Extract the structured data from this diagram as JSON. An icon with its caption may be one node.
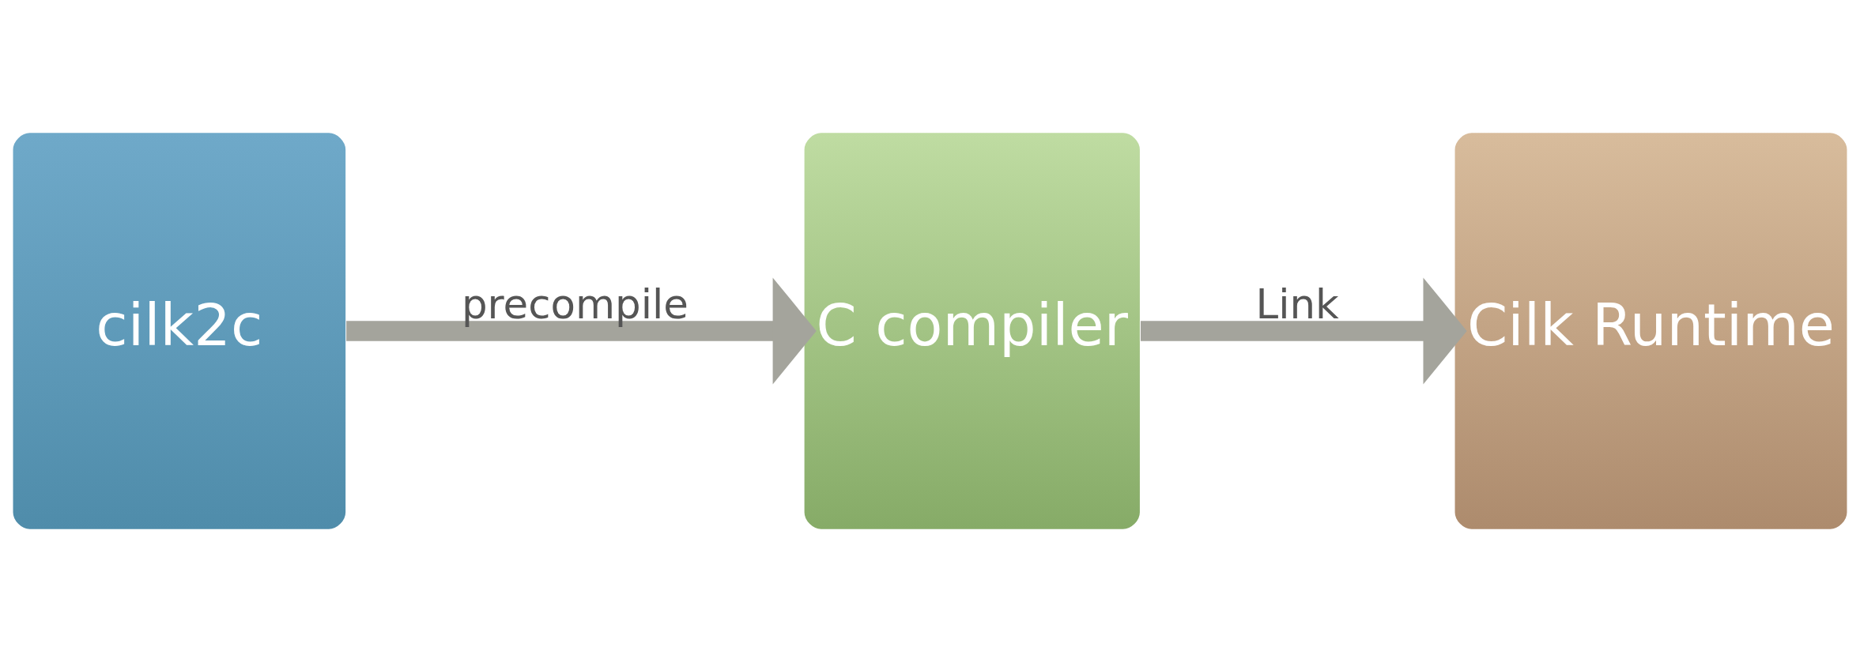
{
  "diagram": {
    "nodes": [
      {
        "text": [
          "cilk2c"
        ]
      },
      {
        "text": [
          "C compiler"
        ]
      },
      {
        "text": [
          "Cilk Runtime"
        ]
      }
    ],
    "edges": [
      {
        "from": 0,
        "to": 1,
        "arrow": "to",
        "label": "precompile"
      },
      {
        "from": 1,
        "to": 2,
        "arrow": "to",
        "label": "Link"
      }
    ]
  }
}
